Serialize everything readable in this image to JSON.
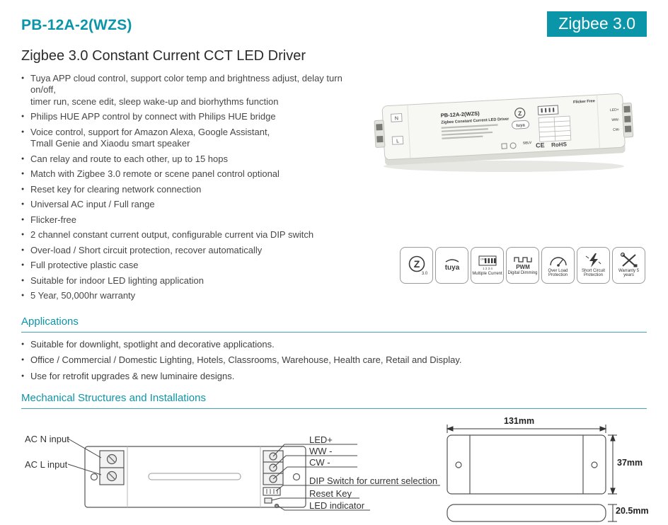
{
  "colors": {
    "accent": "#0b95a9",
    "text": "#3c3c3c"
  },
  "header": {
    "model": "PB-12A-2(WZS)",
    "badge": "Zigbee 3.0",
    "subtitle": "Zigbee 3.0 Constant Current CCT LED Driver"
  },
  "features": [
    "Tuya APP cloud control, support color temp and brightness adjust, delay turn on/off,\ntimer run, scene edit, sleep wake-up and biorhythms function",
    "Philips HUE APP control by connect with Philips HUE bridge",
    "Voice control, support for Amazon Alexa, Google Assistant,\nTmall Genie and Xiaodu smart speaker",
    "Can relay and route to each other, up to 15 hops",
    "Match with Zigbee 3.0 remote or scene panel control optional",
    "Reset key for clearing network connection",
    "Universal AC input / Full range",
    "Flicker-free",
    "2 channel constant current output, configurable current via DIP switch",
    "Over-load / Short circuit protection, recover automatically",
    "Full protective plastic case",
    "Suitable for indoor LED lighting application",
    "5 Year, 50,000hr warranty"
  ],
  "device": {
    "model": "PB-12A-2(WZS)",
    "title": "Zigbee Constant Current LED Driver",
    "flicker_free": "Flicker Free",
    "selv": "SELV",
    "ce": "CE",
    "rohs": "RoHS",
    "tuya": "tuya",
    "n": "N",
    "l": "L",
    "led_plus": "LED+",
    "ww": "WW-",
    "cw": "CW-"
  },
  "cert": {
    "zigbee_z": "Z",
    "zigbee_ver": "3.0",
    "tuya_text": "tuya",
    "dip_on": "ON",
    "dip_nums": "1 2 3 4",
    "pwm_text": "PWM",
    "labels": [
      "Multiple Current",
      "Digital Dimming",
      "Over Load Protection",
      "Short Circuit Protection",
      "Warranty 5 years"
    ]
  },
  "sections": {
    "applications": "Applications",
    "mechanical": "Mechanical Structures and Installations"
  },
  "applications": [
    "Suitable for downlight, spotlight and decorative applications.",
    "Office / Commercial / Domestic Lighting, Hotels, Classrooms, Warehouse, Health care, Retail and Display.",
    "Use for retrofit upgrades & new luminaire designs."
  ],
  "mechanical": {
    "labels": {
      "ac_n": "AC N input",
      "ac_l": "AC L input",
      "led_plus": "LED+",
      "ww": "WW -",
      "cw": "CW -",
      "dip": "DIP Switch for current selection",
      "reset": "Reset Key",
      "led_indicator": "LED indicator"
    },
    "dims": {
      "length": "131mm",
      "width": "37mm",
      "height": "20.5mm"
    }
  }
}
